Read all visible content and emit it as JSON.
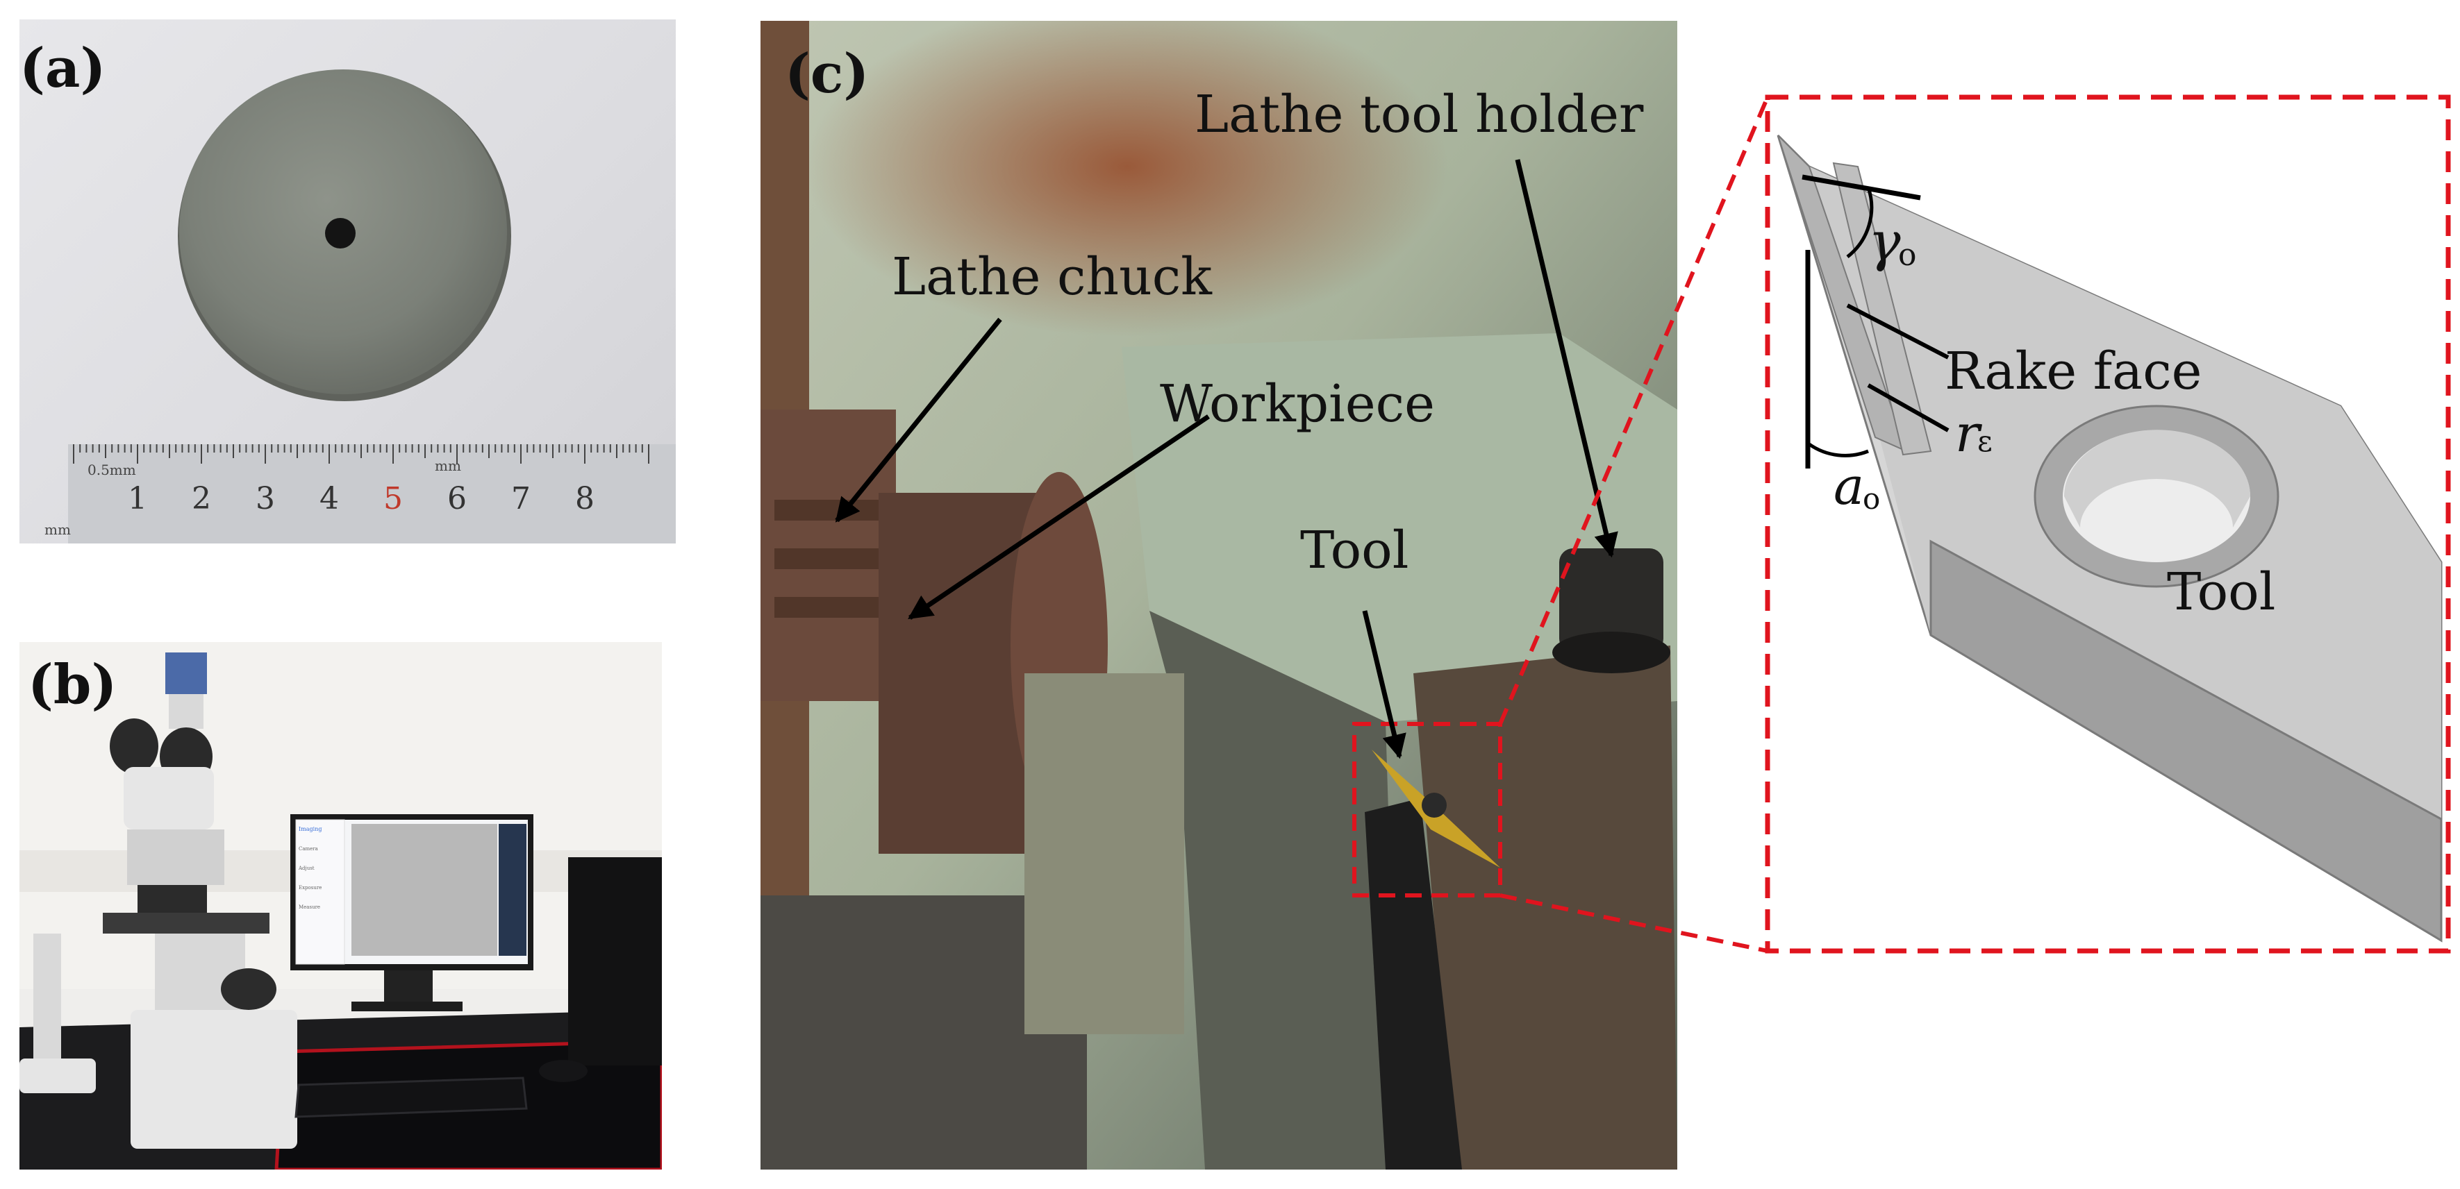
{
  "panels": {
    "a": {
      "label": "(a)",
      "ruler": {
        "unit_left": "0.5mm",
        "unit_mid": "mm",
        "unit_bottom": "mm",
        "numbers": [
          "1",
          "2",
          "3",
          "4",
          "5",
          "6",
          "7",
          "8"
        ],
        "highlight_number": "5",
        "highlight_color": "#c0392b"
      }
    },
    "b": {
      "label": "(b)",
      "monitor": {
        "sidebar_title": "Imaging",
        "sidebar_items": [
          "Camera",
          "Adjust",
          "Exposure",
          "Measure"
        ]
      }
    },
    "c": {
      "label": "(c)",
      "callouts": {
        "lathe_chuck": "Lathe chuck",
        "workpiece": "Workpiece",
        "lathe_tool_holder": "Lathe tool holder",
        "tool": "Tool"
      }
    },
    "detail": {
      "rake_face": "Rake face",
      "tool": "Tool",
      "gamma_symbol": "γ",
      "gamma_sub": "o",
      "r_symbol": "r",
      "r_sub": "ε",
      "a_symbol": "a",
      "a_sub": "o"
    }
  },
  "colors": {
    "dash_red": "#e0141e",
    "tool_gray": "#bdbdbd",
    "tool_top": "#c9c9c9",
    "tool_side": "#a6a6a6",
    "insert_gold": "#c9a227"
  }
}
